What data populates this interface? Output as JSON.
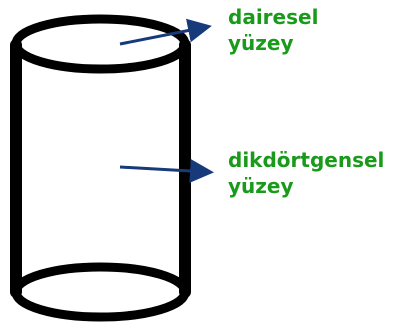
{
  "diagram": {
    "subject": "cylinder",
    "colors": {
      "outline": "#000000",
      "label": "#1a9a1a",
      "arrow": "#173a7a",
      "background": "#ffffff"
    },
    "labels": {
      "circular_surface": {
        "line1": "dairesel",
        "line2": "yüzey"
      },
      "rectangular_surface": {
        "line1": "dikdörtgensel",
        "line2": "yüzey"
      }
    }
  }
}
